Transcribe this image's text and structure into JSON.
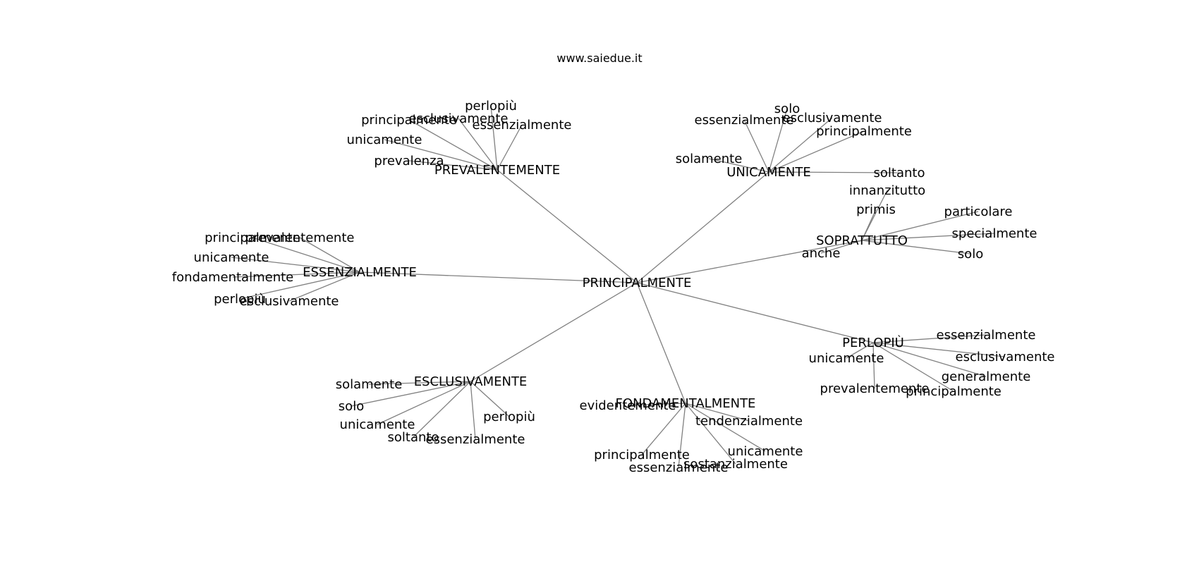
{
  "header": {
    "site": "www.saiedue.it"
  },
  "graph": {
    "nodes": [
      {
        "id": "principalmente_c",
        "label": "PRINCIPALMENTE"
      },
      {
        "id": "prevalentemente_h",
        "label": "PREVALENTEMENTE"
      },
      {
        "id": "pv_perlopiu",
        "label": "perlopiù"
      },
      {
        "id": "pv_esclusivamente",
        "label": "esclusivamente"
      },
      {
        "id": "pv_principalmente",
        "label": "principalmente"
      },
      {
        "id": "pv_essenzialmente",
        "label": "essenzialmente"
      },
      {
        "id": "pv_unicamente",
        "label": "unicamente"
      },
      {
        "id": "pv_prevalenza",
        "label": "prevalenza"
      },
      {
        "id": "unicamente_h",
        "label": "UNICAMENTE"
      },
      {
        "id": "un_solo",
        "label": "solo"
      },
      {
        "id": "un_essenzialmente",
        "label": "essenzialmente"
      },
      {
        "id": "un_esclusivamente",
        "label": "esclusivamente"
      },
      {
        "id": "un_principalmente",
        "label": "principalmente"
      },
      {
        "id": "un_solamente",
        "label": "solamente"
      },
      {
        "id": "un_soltanto",
        "label": "soltanto"
      },
      {
        "id": "soprattutto_h",
        "label": "SOPRATTUTTO"
      },
      {
        "id": "so_innanzitutto",
        "label": "innanzitutto"
      },
      {
        "id": "so_primis",
        "label": "primis"
      },
      {
        "id": "so_particolare",
        "label": "particolare"
      },
      {
        "id": "so_specialmente",
        "label": "specialmente"
      },
      {
        "id": "so_solo",
        "label": "solo"
      },
      {
        "id": "so_anche",
        "label": "anche"
      },
      {
        "id": "essenzialmente_h",
        "label": "ESSENZIALMENTE"
      },
      {
        "id": "es_principalmente",
        "label": "principalmente"
      },
      {
        "id": "es_prevalentemente",
        "label": "prevalentemente"
      },
      {
        "id": "es_unicamente",
        "label": "unicamente"
      },
      {
        "id": "es_fondamentalmente",
        "label": "fondamentalmente"
      },
      {
        "id": "es_perlopiu",
        "label": "perlopiù"
      },
      {
        "id": "es_esclusivamente",
        "label": "esclusivamente"
      },
      {
        "id": "perlopiu_h",
        "label": "PERLOPIÙ"
      },
      {
        "id": "pe_essenzialmente",
        "label": "essenzialmente"
      },
      {
        "id": "pe_unicamente",
        "label": "unicamente"
      },
      {
        "id": "pe_esclusivamente",
        "label": "esclusivamente"
      },
      {
        "id": "pe_generalmente",
        "label": "generalmente"
      },
      {
        "id": "pe_prevalentemente",
        "label": "prevalentemente"
      },
      {
        "id": "pe_principalmente",
        "label": "principalmente"
      },
      {
        "id": "esclusivamente_h",
        "label": "ESCLUSIVAMENTE"
      },
      {
        "id": "ex_solamente",
        "label": "solamente"
      },
      {
        "id": "ex_solo",
        "label": "solo"
      },
      {
        "id": "ex_unicamente",
        "label": "unicamente"
      },
      {
        "id": "ex_perlopiu",
        "label": "perlopiù"
      },
      {
        "id": "ex_soltanto",
        "label": "soltanto"
      },
      {
        "id": "ex_essenzialmente",
        "label": "essenzialmente"
      },
      {
        "id": "fondamentalmente_h",
        "label": "FONDAMENTALMENTE"
      },
      {
        "id": "fo_evidentemente",
        "label": "evidentemente"
      },
      {
        "id": "fo_tendenzialmente",
        "label": "tendenzialmente"
      },
      {
        "id": "fo_principalmente",
        "label": "principalmente"
      },
      {
        "id": "fo_unicamente",
        "label": "unicamente"
      },
      {
        "id": "fo_essenzialmente",
        "label": "essenzialmente"
      },
      {
        "id": "fo_sostanzialmente",
        "label": "sostanzialmente"
      }
    ],
    "edges": [
      [
        "principalmente_c",
        "prevalentemente_h"
      ],
      [
        "principalmente_c",
        "unicamente_h"
      ],
      [
        "principalmente_c",
        "soprattutto_h"
      ],
      [
        "principalmente_c",
        "essenzialmente_h"
      ],
      [
        "principalmente_c",
        "perlopiu_h"
      ],
      [
        "principalmente_c",
        "esclusivamente_h"
      ],
      [
        "principalmente_c",
        "fondamentalmente_h"
      ],
      [
        "prevalentemente_h",
        "pv_perlopiu"
      ],
      [
        "prevalentemente_h",
        "pv_esclusivamente"
      ],
      [
        "prevalentemente_h",
        "pv_principalmente"
      ],
      [
        "prevalentemente_h",
        "pv_essenzialmente"
      ],
      [
        "prevalentemente_h",
        "pv_unicamente"
      ],
      [
        "prevalentemente_h",
        "pv_prevalenza"
      ],
      [
        "unicamente_h",
        "un_solo"
      ],
      [
        "unicamente_h",
        "un_essenzialmente"
      ],
      [
        "unicamente_h",
        "un_esclusivamente"
      ],
      [
        "unicamente_h",
        "un_principalmente"
      ],
      [
        "unicamente_h",
        "un_solamente"
      ],
      [
        "unicamente_h",
        "un_soltanto"
      ],
      [
        "soprattutto_h",
        "so_innanzitutto"
      ],
      [
        "soprattutto_h",
        "so_primis"
      ],
      [
        "soprattutto_h",
        "so_particolare"
      ],
      [
        "soprattutto_h",
        "so_specialmente"
      ],
      [
        "soprattutto_h",
        "so_solo"
      ],
      [
        "soprattutto_h",
        "so_anche"
      ],
      [
        "essenzialmente_h",
        "es_principalmente"
      ],
      [
        "essenzialmente_h",
        "es_prevalentemente"
      ],
      [
        "essenzialmente_h",
        "es_unicamente"
      ],
      [
        "essenzialmente_h",
        "es_fondamentalmente"
      ],
      [
        "essenzialmente_h",
        "es_perlopiu"
      ],
      [
        "essenzialmente_h",
        "es_esclusivamente"
      ],
      [
        "perlopiu_h",
        "pe_essenzialmente"
      ],
      [
        "perlopiu_h",
        "pe_unicamente"
      ],
      [
        "perlopiu_h",
        "pe_esclusivamente"
      ],
      [
        "perlopiu_h",
        "pe_generalmente"
      ],
      [
        "perlopiu_h",
        "pe_prevalentemente"
      ],
      [
        "perlopiu_h",
        "pe_principalmente"
      ],
      [
        "esclusivamente_h",
        "ex_solamente"
      ],
      [
        "esclusivamente_h",
        "ex_solo"
      ],
      [
        "esclusivamente_h",
        "ex_unicamente"
      ],
      [
        "esclusivamente_h",
        "ex_perlopiu"
      ],
      [
        "esclusivamente_h",
        "ex_soltanto"
      ],
      [
        "esclusivamente_h",
        "ex_essenzialmente"
      ],
      [
        "fondamentalmente_h",
        "fo_evidentemente"
      ],
      [
        "fondamentalmente_h",
        "fo_tendenzialmente"
      ],
      [
        "fondamentalmente_h",
        "fo_principalmente"
      ],
      [
        "fondamentalmente_h",
        "fo_unicamente"
      ],
      [
        "fondamentalmente_h",
        "fo_essenzialmente"
      ],
      [
        "fondamentalmente_h",
        "fo_sostanzialmente"
      ]
    ]
  },
  "colors": {
    "edge": "#808080",
    "text": "#000000",
    "background": "#ffffff"
  }
}
